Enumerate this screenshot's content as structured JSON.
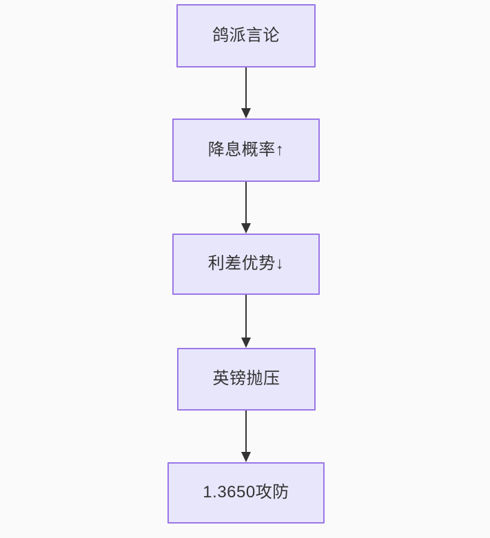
{
  "diagram": {
    "type": "flowchart",
    "direction": "top-to-bottom",
    "background_color": "#fafafa",
    "node_fill_color": "#e8e6fb",
    "node_border_color": "#9a76e6",
    "node_text_color": "#333333",
    "edge_color": "#333333",
    "nodes": [
      {
        "id": "n0",
        "label": "鸽派言论"
      },
      {
        "id": "n1",
        "label": "降息概率↑"
      },
      {
        "id": "n2",
        "label": "利差优势↓"
      },
      {
        "id": "n3",
        "label": "英镑抛压"
      },
      {
        "id": "n4",
        "label": "1.3650攻防"
      }
    ],
    "edges": [
      {
        "from": "n0",
        "to": "n1",
        "label": ""
      },
      {
        "from": "n1",
        "to": "n2",
        "label": ""
      },
      {
        "from": "n2",
        "to": "n3",
        "label": ""
      },
      {
        "from": "n3",
        "to": "n4",
        "label": ""
      }
    ]
  }
}
